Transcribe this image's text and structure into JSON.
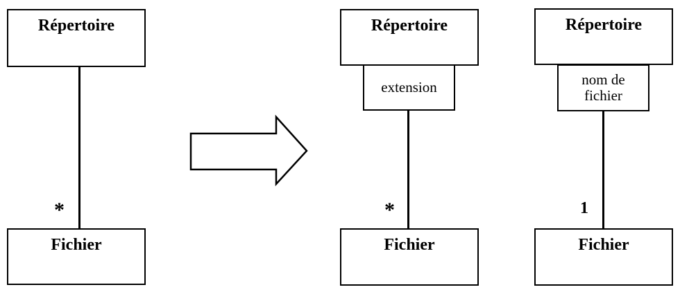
{
  "colors": {
    "stroke": "#000000",
    "background": "#ffffff"
  },
  "before": {
    "top_class": "Répertoire",
    "bottom_class": "Fichier",
    "multiplicity": "*"
  },
  "after_extension": {
    "top_class": "Répertoire",
    "qualifier": "extension",
    "bottom_class": "Fichier",
    "multiplicity": "*"
  },
  "after_filename": {
    "top_class": "Répertoire",
    "qualifier": "nom de fichier",
    "bottom_class": "Fichier",
    "multiplicity": "1"
  }
}
